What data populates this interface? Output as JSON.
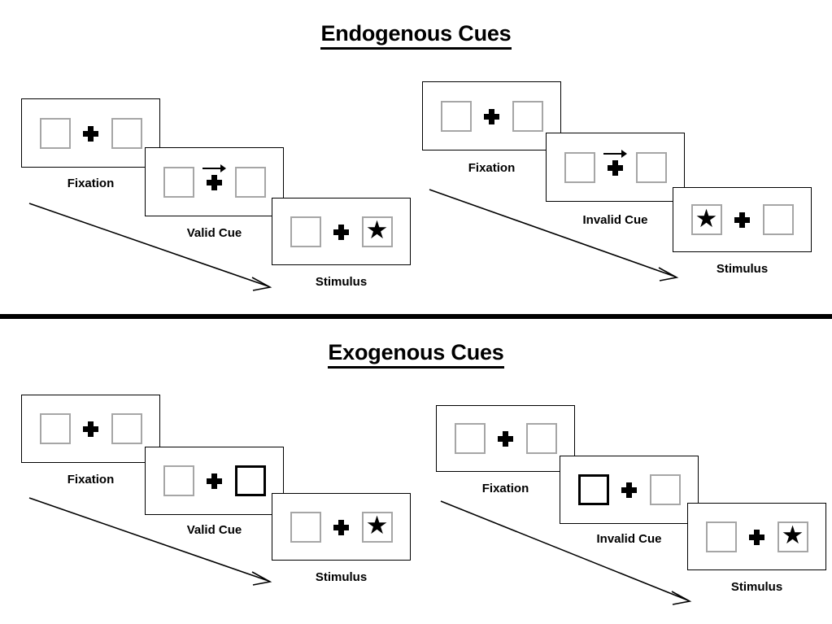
{
  "sections": [
    {
      "id": "endogenous",
      "title": "Endogenous Cues",
      "groups": [
        {
          "id": "endogenous-valid",
          "frames": [
            {
              "caption": "Fixation",
              "cue": "none",
              "left_content": "empty",
              "right_content": "empty"
            },
            {
              "caption": "Valid Cue",
              "cue": "arrow-right",
              "left_content": "empty",
              "right_content": "empty"
            },
            {
              "caption": "Stimulus",
              "cue": "none",
              "left_content": "empty",
              "right_content": "star"
            }
          ]
        },
        {
          "id": "endogenous-invalid",
          "frames": [
            {
              "caption": "Fixation",
              "cue": "none",
              "left_content": "empty",
              "right_content": "empty"
            },
            {
              "caption": "Invalid Cue",
              "cue": "arrow-right",
              "left_content": "empty",
              "right_content": "empty"
            },
            {
              "caption": "Stimulus",
              "cue": "none",
              "left_content": "star",
              "right_content": "empty"
            }
          ]
        }
      ]
    },
    {
      "id": "exogenous",
      "title": "Exogenous Cues",
      "groups": [
        {
          "id": "exogenous-valid",
          "frames": [
            {
              "caption": "Fixation",
              "cue": "none",
              "left_content": "empty",
              "right_content": "empty"
            },
            {
              "caption": "Valid Cue",
              "cue": "box-highlight-right",
              "left_content": "empty",
              "right_content": "empty"
            },
            {
              "caption": "Stimulus",
              "cue": "none",
              "left_content": "empty",
              "right_content": "star"
            }
          ]
        },
        {
          "id": "exogenous-invalid",
          "frames": [
            {
              "caption": "Fixation",
              "cue": "none",
              "left_content": "empty",
              "right_content": "empty"
            },
            {
              "caption": "Invalid Cue",
              "cue": "box-highlight-left",
              "left_content": "empty",
              "right_content": "empty"
            },
            {
              "caption": "Stimulus",
              "cue": "none",
              "left_content": "empty",
              "right_content": "star"
            }
          ]
        }
      ]
    }
  ],
  "symbols": {
    "star_glyph": "★",
    "fixation_cross": "plus",
    "arrow_cue": "arrow-right"
  },
  "colors": {
    "stroke": "#000000",
    "placeholder_box": "#a6a6a6",
    "background": "#ffffff"
  }
}
